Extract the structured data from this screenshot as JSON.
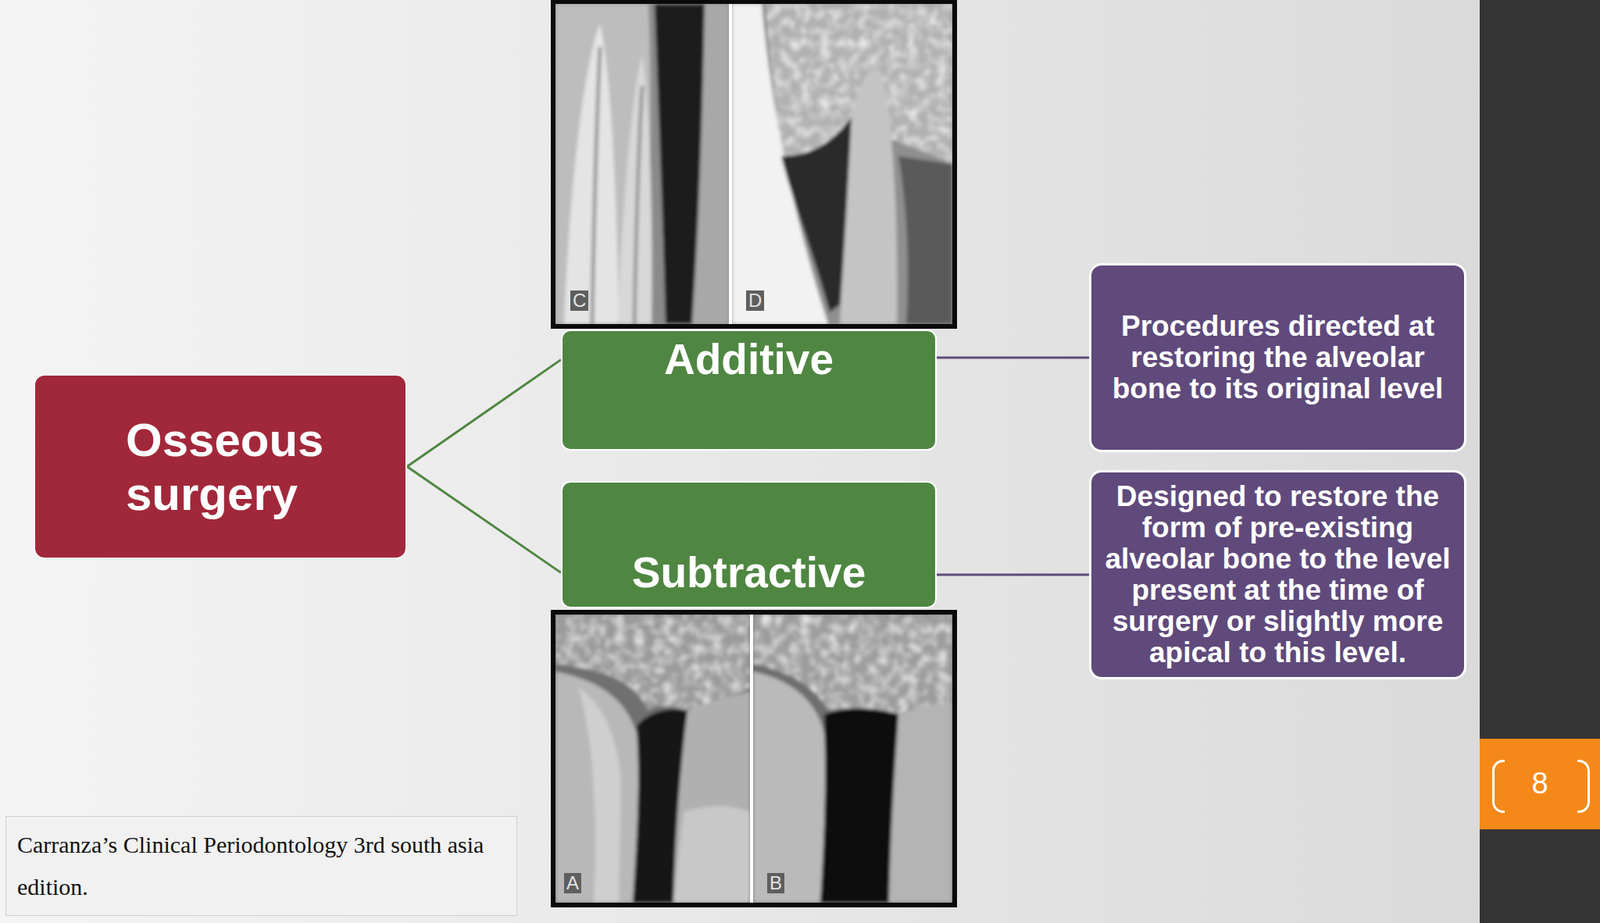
{
  "diagram": {
    "nodes": [
      {
        "text": [
          "Osseous surgery"
        ]
      },
      {
        "text": [
          "Additive"
        ]
      },
      {
        "text": [
          "Procedures directed at restoring the alveolar bone to its original level"
        ]
      },
      {
        "text": [
          "Subtractive"
        ]
      },
      {
        "text": [
          "Designed to restore the form of pre-existing alveolar bone to the level present at the time of surgery or slightly more apical to this level."
        ]
      },
      {
        "text": [
          "Carranza’s Clinical Periodontology 3rd south asia edition."
        ]
      },
      {
        "text": [
          "8"
        ]
      }
    ],
    "edges": [
      {
        "from": 0,
        "to": 1,
        "arrow": "none"
      },
      {
        "from": 0,
        "to": 3,
        "arrow": "none"
      },
      {
        "from": 1,
        "to": 2,
        "arrow": "none"
      },
      {
        "from": 3,
        "to": 4,
        "arrow": "none"
      }
    ],
    "labels": [
      "C",
      "D",
      "A",
      "B"
    ]
  }
}
